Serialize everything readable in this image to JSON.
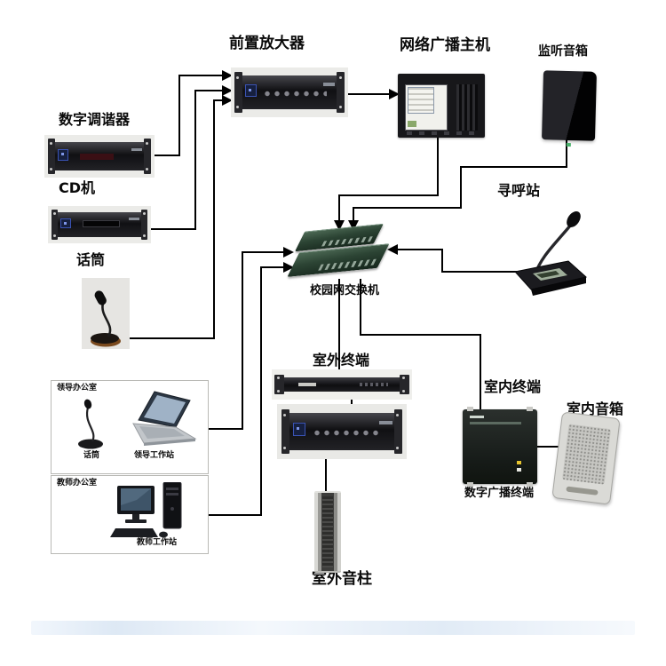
{
  "diagram": {
    "type": "system-topology",
    "labels": {
      "preamp": "前置放大器",
      "host": "网络广播主机",
      "monitor_speaker": "监听音箱",
      "tuner": "数字调谐器",
      "cd_player": "CD机",
      "microphone": "话筒",
      "paging_station": "寻呼站",
      "campus_switch": "校园网交换机",
      "outdoor_terminal": "室外终端",
      "indoor_terminal": "室内终端",
      "indoor_speaker": "室内音箱",
      "digital_terminal": "数字广播终端",
      "outdoor_column": "室外音柱",
      "leader_office": "领导办公室",
      "office_mic": "话筒",
      "leader_workstation": "领导工作站",
      "teacher_office": "教师办公室",
      "teacher_workstation": "教师工作站"
    },
    "connections": [
      {
        "from": "数字调谐器",
        "to": "前置放大器"
      },
      {
        "from": "CD机",
        "to": "前置放大器"
      },
      {
        "from": "话筒",
        "to": "前置放大器"
      },
      {
        "from": "前置放大器",
        "to": "网络广播主机"
      },
      {
        "from": "网络广播主机",
        "to": "校园网交换机"
      },
      {
        "from": "监听音箱",
        "to": "校园网交换机"
      },
      {
        "from": "寻呼站",
        "to": "校园网交换机"
      },
      {
        "from": "领导工作站",
        "to": "校园网交换机"
      },
      {
        "from": "教师工作站",
        "to": "校园网交换机"
      },
      {
        "from": "校园网交换机",
        "to": "室外终端"
      },
      {
        "from": "校园网交换机",
        "to": "数字广播终端"
      },
      {
        "from": "室外终端",
        "to": "室外音柱"
      },
      {
        "from": "数字广播终端",
        "to": "室内音箱"
      }
    ],
    "colors": {
      "background": "#ffffff",
      "line": "#000000",
      "switch_green": "#2c4434",
      "device_black": "#141416",
      "photo_backdrop": "#ebebe8",
      "badge_blue": "#1e3fae"
    }
  }
}
